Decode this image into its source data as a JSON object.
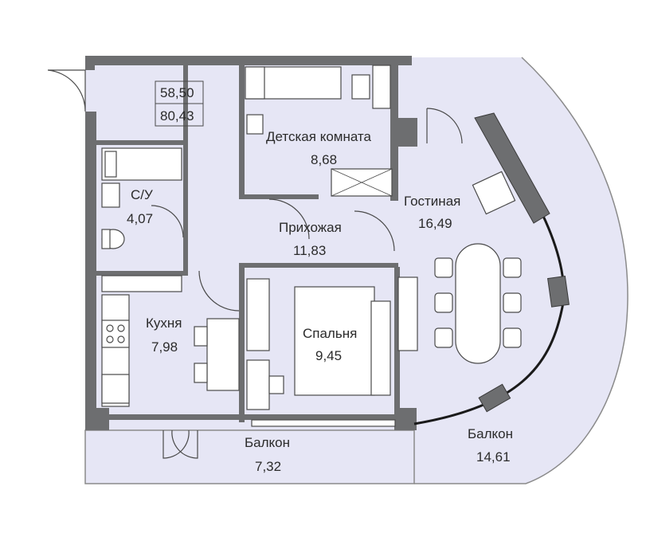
{
  "totals": {
    "living_area": "58,50",
    "total_area": "80,43"
  },
  "rooms": [
    {
      "id": "children",
      "name": "Детская комната",
      "area": "8,68"
    },
    {
      "id": "bathroom",
      "name": "С/У",
      "area": "4,07"
    },
    {
      "id": "hall",
      "name": "Прихожая",
      "area": "11,83"
    },
    {
      "id": "living",
      "name": "Гостиная",
      "area": "16,49"
    },
    {
      "id": "kitchen",
      "name": "Кухня",
      "area": "7,98"
    },
    {
      "id": "bedroom",
      "name": "Спальня",
      "area": "9,45"
    },
    {
      "id": "balcony-small",
      "name": "Балкон",
      "area": "7,32"
    },
    {
      "id": "balcony-large",
      "name": "Балкон",
      "area": "14,61"
    }
  ],
  "colors": {
    "floor": "#e6e6f5",
    "wall": "#6d6e70",
    "line": "#4a4a4a",
    "text": "#2b2b2b"
  }
}
